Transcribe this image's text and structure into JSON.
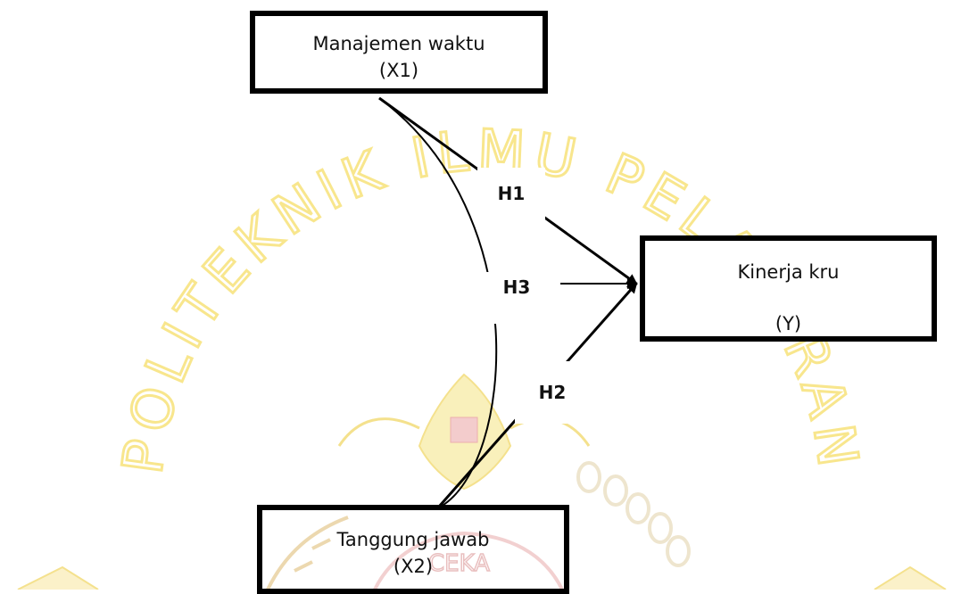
{
  "nodes": {
    "x1": {
      "name": "Manajemen waktu",
      "code": "(X1)"
    },
    "y": {
      "name": "Kinerja kru",
      "code": "(Y)"
    },
    "x2": {
      "name": "Tanggung jawab",
      "code": "(X2)"
    }
  },
  "hypotheses": {
    "h1": "H1",
    "h2": "H2",
    "h3": "H3"
  },
  "watermark": {
    "arc_text": "POLITEKNIK ILMU PELAYARAN",
    "inner_text": "CEKA",
    "color": "#f7e27a",
    "accent_color": "#e9a0a0"
  }
}
